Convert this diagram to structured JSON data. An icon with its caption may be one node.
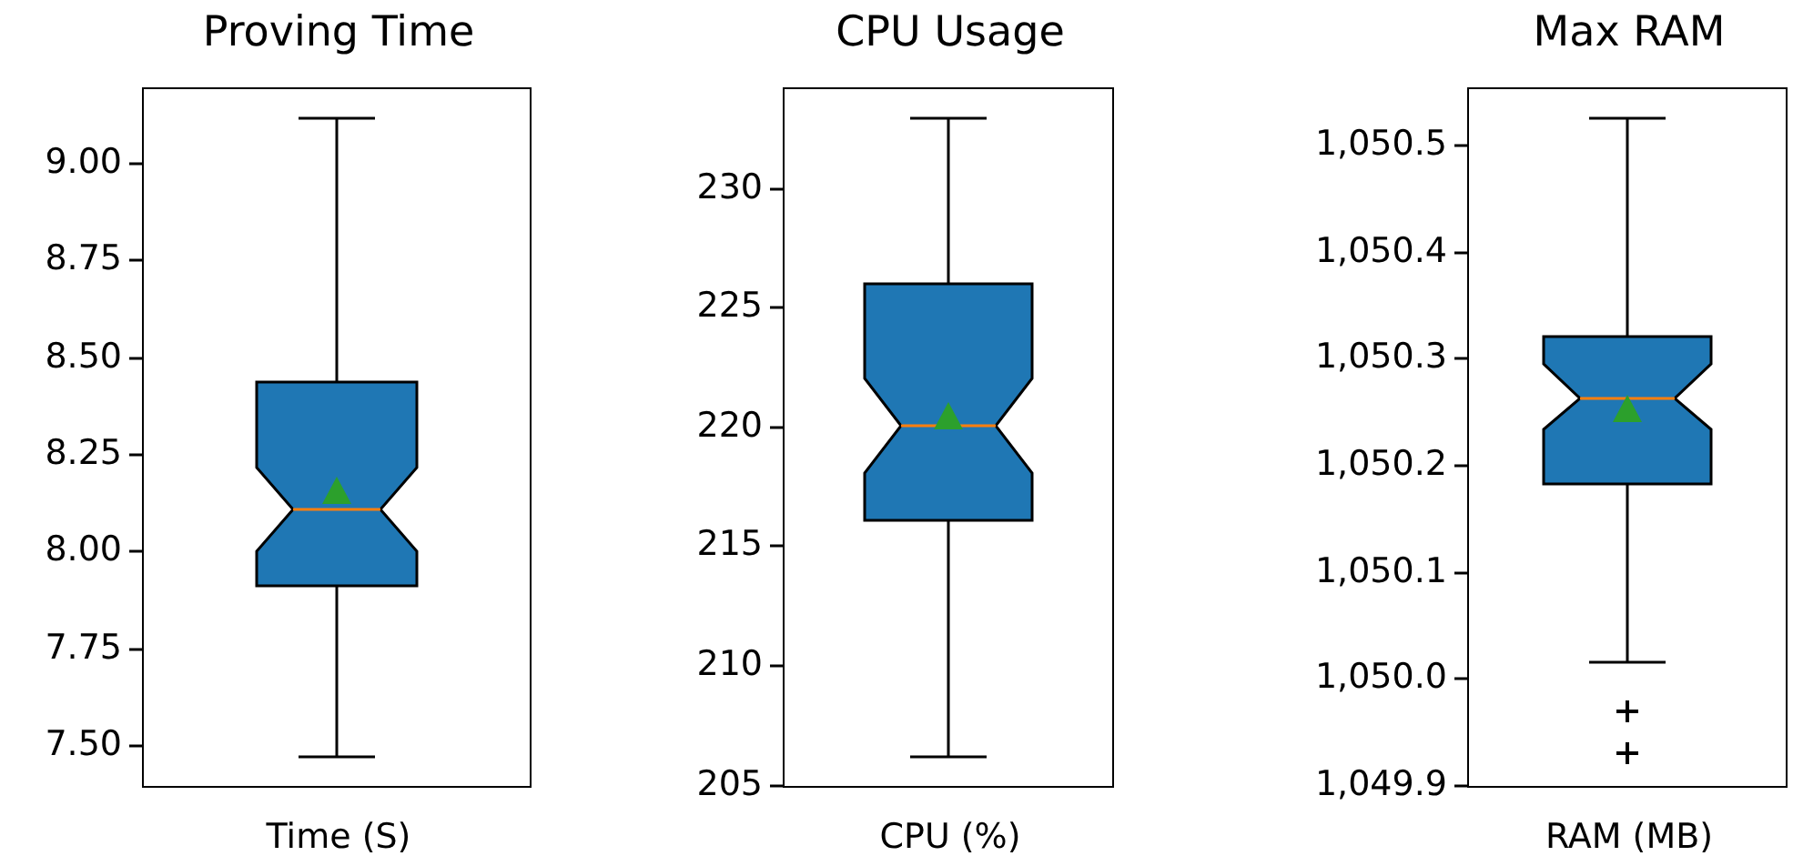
{
  "diagram": {
    "nodes": [
      {
        "text": [
          "Proving Time",
          "Time (S)"
        ],
        "beside": [
          "9.00",
          "8.75",
          "8.50",
          "8.25",
          "8.00",
          "7.75",
          "7.50"
        ]
      },
      {
        "text": [
          "CPU Usage",
          "CPU (%)"
        ],
        "beside": [
          "230",
          "225",
          "220",
          "215",
          "210",
          "205"
        ]
      },
      {
        "text": [
          "Max RAM",
          "RAM (MB)"
        ],
        "beside": [
          "1,050.5",
          "1,050.4",
          "1,050.3",
          "1,050.2",
          "1,050.1",
          "1,050.0",
          "1,049.9"
        ]
      }
    ]
  }
}
